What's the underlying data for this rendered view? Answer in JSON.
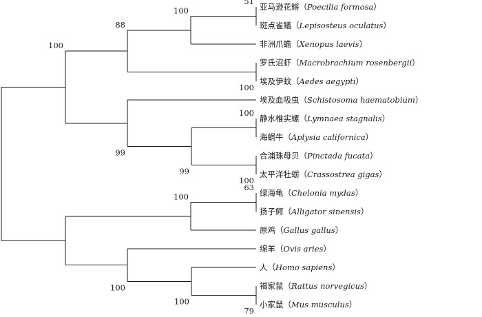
{
  "tree": {
    "taxa": [
      {
        "id": "t1",
        "cn": "亚马逊花鳉",
        "sci": "Poecilia formosa"
      },
      {
        "id": "t2",
        "cn": "斑点雀鳝",
        "sci": "Lepisosteus oculatus"
      },
      {
        "id": "t3",
        "cn": "非洲爪蟾",
        "sci": "Xenopus laevis"
      },
      {
        "id": "t4",
        "cn": "罗氏沼虾",
        "sci": "Macrobrachium rosenbergii"
      },
      {
        "id": "t5",
        "cn": "埃及伊蚊",
        "sci": "Aedes aegypti"
      },
      {
        "id": "t6",
        "cn": "埃及血吸虫",
        "sci": "Schistosoma haematobium"
      },
      {
        "id": "t7",
        "cn": "静水椎实螺",
        "sci": "Lymnaea stagnalis"
      },
      {
        "id": "t8",
        "cn": "海蜗牛",
        "sci": "Aplysia californica"
      },
      {
        "id": "t9",
        "cn": "合浦珠母贝",
        "sci": "Pinctada fucata"
      },
      {
        "id": "t10",
        "cn": "太平洋牡蛎",
        "sci": "Crassostrea gigas"
      },
      {
        "id": "t11",
        "cn": "绿海龟",
        "sci": "Chelonia mydas"
      },
      {
        "id": "t12",
        "cn": "扬子鳄",
        "sci": "Alligator sinensis"
      },
      {
        "id": "t13",
        "cn": "原鸡",
        "sci": "Gallus gallus"
      },
      {
        "id": "t14",
        "cn": "绵羊",
        "sci": "Ovis aries"
      },
      {
        "id": "t15",
        "cn": "人",
        "sci": "Homo sapiens"
      },
      {
        "id": "t16",
        "cn": "褐家鼠",
        "sci": "Rattus norvegicus"
      },
      {
        "id": "t17",
        "cn": "小家鼠",
        "sci": "Mus musculus"
      }
    ],
    "nodes": [
      {
        "id": "n_t1t2",
        "children": [
          "t1",
          "t2"
        ],
        "support": "51"
      },
      {
        "id": "n_fish",
        "children": [
          "n_t1t2",
          "t3"
        ],
        "support": "100"
      },
      {
        "id": "n_t4t5",
        "children": [
          "t4",
          "t5"
        ],
        "support": "100"
      },
      {
        "id": "n_a",
        "children": [
          "n_fish",
          "n_t4t5"
        ],
        "support": "88"
      },
      {
        "id": "n_t7t8",
        "children": [
          "t7",
          "t8"
        ],
        "support": "100"
      },
      {
        "id": "n_t9t10",
        "children": [
          "t9",
          "t10"
        ],
        "support": "100"
      },
      {
        "id": "n_moll",
        "children": [
          "n_t7t8",
          "n_t9t10"
        ],
        "support": "99"
      },
      {
        "id": "n_b",
        "children": [
          "t6",
          "n_moll"
        ],
        "support": "99"
      },
      {
        "id": "n_top",
        "children": [
          "n_a",
          "n_b"
        ],
        "support": "100"
      },
      {
        "id": "n_t11t12",
        "children": [
          "t11",
          "t12"
        ],
        "support": "63"
      },
      {
        "id": "n_rept",
        "children": [
          "n_t11t12",
          "t13"
        ],
        "support": "100"
      },
      {
        "id": "n_t16t17",
        "children": [
          "t16",
          "t17"
        ],
        "support": "79"
      },
      {
        "id": "n_t15r",
        "children": [
          "t15",
          "n_t16t17"
        ],
        "support": "100"
      },
      {
        "id": "n_mamm",
        "children": [
          "t14",
          "n_t15r"
        ],
        "support": "100"
      },
      {
        "id": "n_bot",
        "children": [
          "n_rept",
          "n_mamm"
        ],
        "support": ""
      },
      {
        "id": "root",
        "children": [
          "n_top",
          "n_bot"
        ],
        "support": ""
      }
    ]
  }
}
